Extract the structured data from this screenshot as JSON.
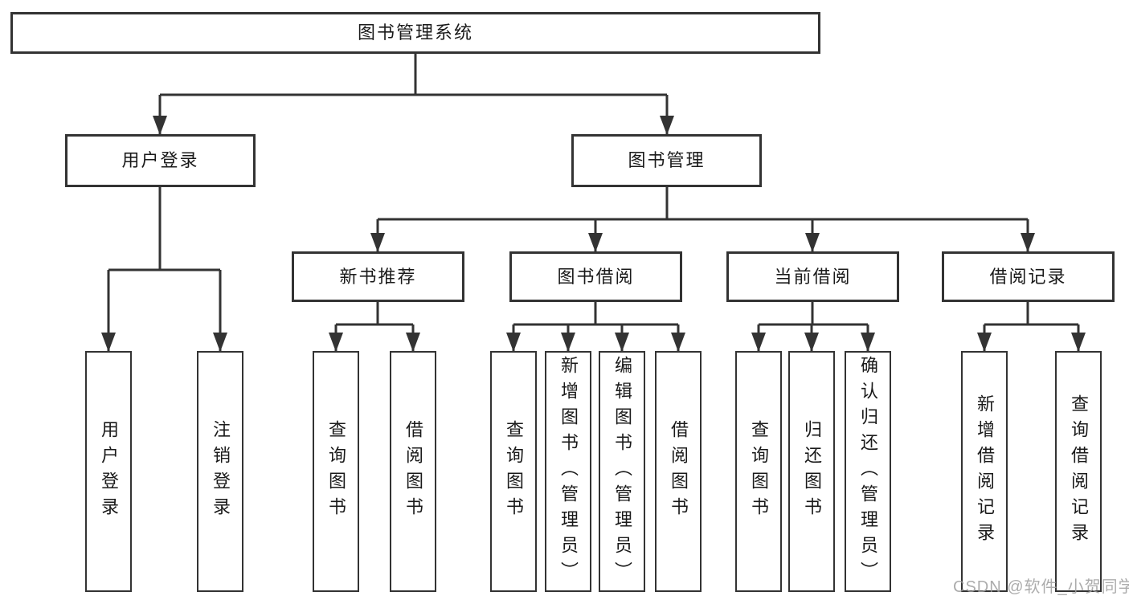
{
  "root": {
    "label": "图书管理系统"
  },
  "level2": {
    "user_login": {
      "label": "用户登录"
    },
    "book_management": {
      "label": "图书管理"
    }
  },
  "level3": {
    "new_book_recommend": {
      "label": "新书推荐"
    },
    "book_borrow": {
      "label": "图书借阅"
    },
    "current_borrow": {
      "label": "当前借阅"
    },
    "borrow_records": {
      "label": "借阅记录"
    }
  },
  "leaves": {
    "login_user_login": {
      "label": "用户登录"
    },
    "login_logout": {
      "label": "注销登录"
    },
    "recommend_query_books": {
      "label": "查询图书"
    },
    "recommend_borrow_books": {
      "label": "借阅图书"
    },
    "borrow_query_books": {
      "label": "查询图书"
    },
    "borrow_add_books": {
      "label": "新增图书（管理员）"
    },
    "borrow_edit_books": {
      "label": "编辑图书（管理员）"
    },
    "borrow_borrow_books": {
      "label": "借阅图书"
    },
    "current_query_books": {
      "label": "查询图书"
    },
    "current_return_books": {
      "label": "归还图书"
    },
    "current_confirm_return": {
      "label": "确认归还（管理员）"
    },
    "records_add_record": {
      "label": "新增借阅记录"
    },
    "records_query_record": {
      "label": "查询借阅记录"
    }
  },
  "watermark": "CSDN @软件_小贺同学",
  "colors": {
    "line": "#333333",
    "text": "#1a1a1a",
    "background": "#ffffff",
    "watermark": "#9e9e9e"
  }
}
